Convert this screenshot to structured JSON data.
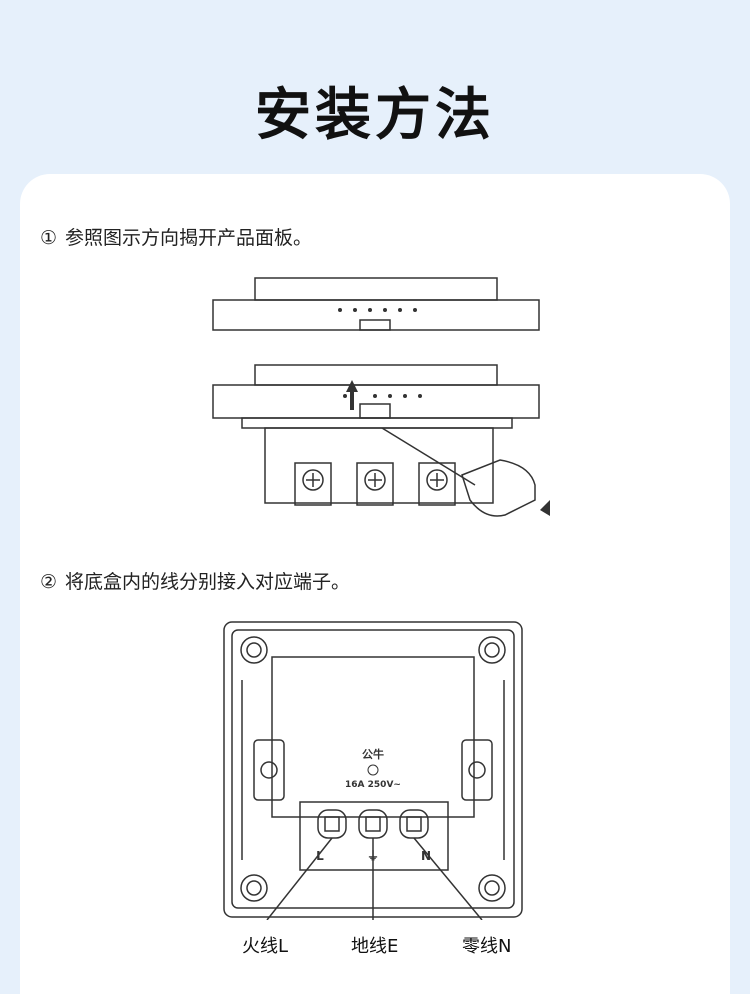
{
  "title": "安装方法",
  "steps": [
    {
      "num": "①",
      "text": "参照图示方向揭开产品面板。"
    },
    {
      "num": "②",
      "text": "将底盒内的线分别接入对应端子。"
    }
  ],
  "back_panel": {
    "brand": "公牛",
    "rating": "16A 250V~",
    "terminal_letters": [
      "L",
      "⏚",
      "N"
    ]
  },
  "wire_labels": {
    "live": "火线L",
    "earth": "地线E",
    "neutral": "零线N"
  }
}
